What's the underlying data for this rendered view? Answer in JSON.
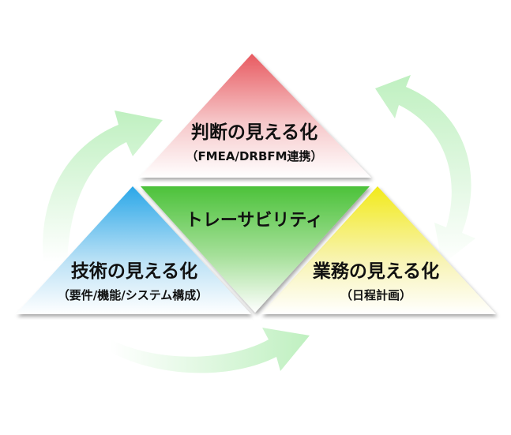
{
  "colors": {
    "top": "#e85a60",
    "left": "#2aa7e8",
    "right": "#f2ea1a",
    "center": "#4cc23a",
    "arrow": "#bff0c0",
    "text": "#111111"
  },
  "top": {
    "title": "判断の見える化",
    "subtitle": "（FMEA/DRBFM連携）"
  },
  "left": {
    "title": "技術の見える化",
    "subtitle": "（要件/機能/システム構成）"
  },
  "right": {
    "title": "業務の見える化",
    "subtitle": "（日程計画）"
  },
  "center": {
    "title": "トレーサビリティ"
  },
  "arrows": [
    {
      "name": "arrow-left-to-top-icon"
    },
    {
      "name": "arrow-top-to-right-icon"
    },
    {
      "name": "arrow-left-to-right-icon"
    }
  ]
}
